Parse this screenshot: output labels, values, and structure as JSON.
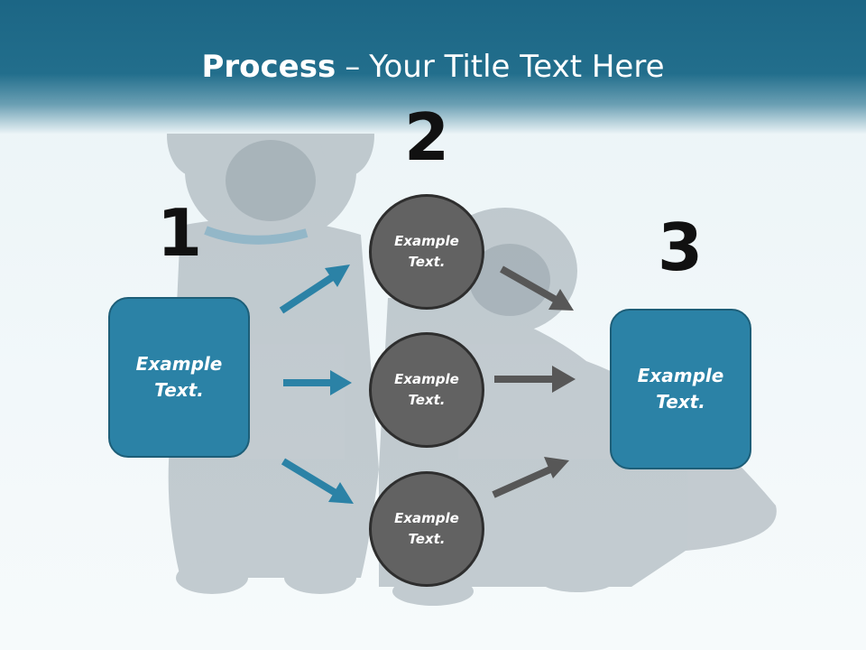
{
  "header": {
    "title_bold": "Process",
    "title_sep": "–",
    "title_rest": "Your Title Text Here"
  },
  "steps": [
    {
      "number": "1",
      "text": "Example Text."
    },
    {
      "number": "2",
      "items": [
        "Example Text.",
        "Example Text.",
        "Example Text."
      ]
    },
    {
      "number": "3",
      "text": "Example Text."
    }
  ],
  "colors": {
    "header": "#1c6685",
    "box": "#2b82a6",
    "circle": "#626262",
    "arrow_blue": "#2b82a6",
    "arrow_gray": "#575757"
  }
}
